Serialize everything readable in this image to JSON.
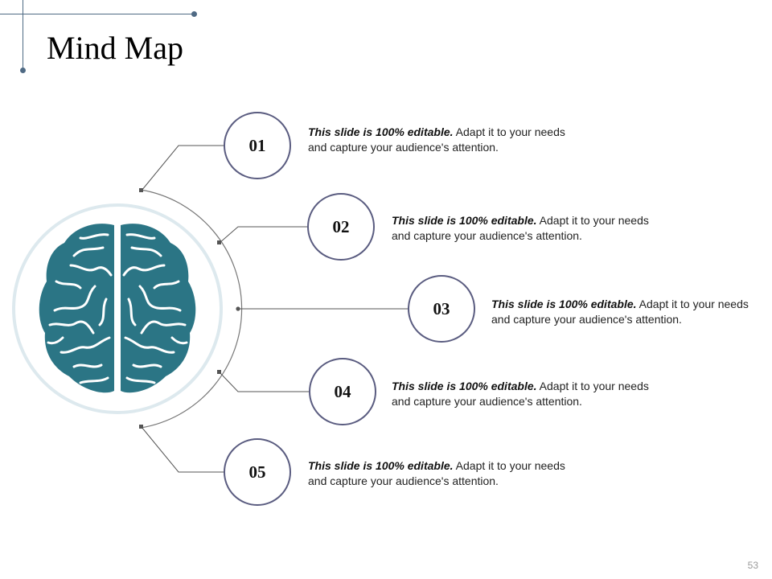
{
  "slide": {
    "title": "Mind Map",
    "page_number": "53"
  },
  "colors": {
    "accent": "#4f6a84",
    "brain": "#2b7585",
    "ring": "#dde9ee",
    "node_border": "#5a5c80",
    "connector": "#555555"
  },
  "brain": {
    "icon": "brain-icon"
  },
  "items": [
    {
      "number": "01",
      "lead": "This slide is 100% editable.",
      "text": "Adapt it to your needs and capture your audience's attention."
    },
    {
      "number": "02",
      "lead": "This slide is 100% editable.",
      "text": "Adapt it to your needs and capture your audience's attention."
    },
    {
      "number": "03",
      "lead": "This slide is 100% editable.",
      "text": "Adapt it to your needs and capture your audience's attention."
    },
    {
      "number": "04",
      "lead": "This slide is 100% editable.",
      "text": "Adapt it to your needs and capture your audience's attention."
    },
    {
      "number": "05",
      "lead": "This slide is 100% editable.",
      "text": "Adapt it to your needs and capture your audience's attention."
    }
  ]
}
